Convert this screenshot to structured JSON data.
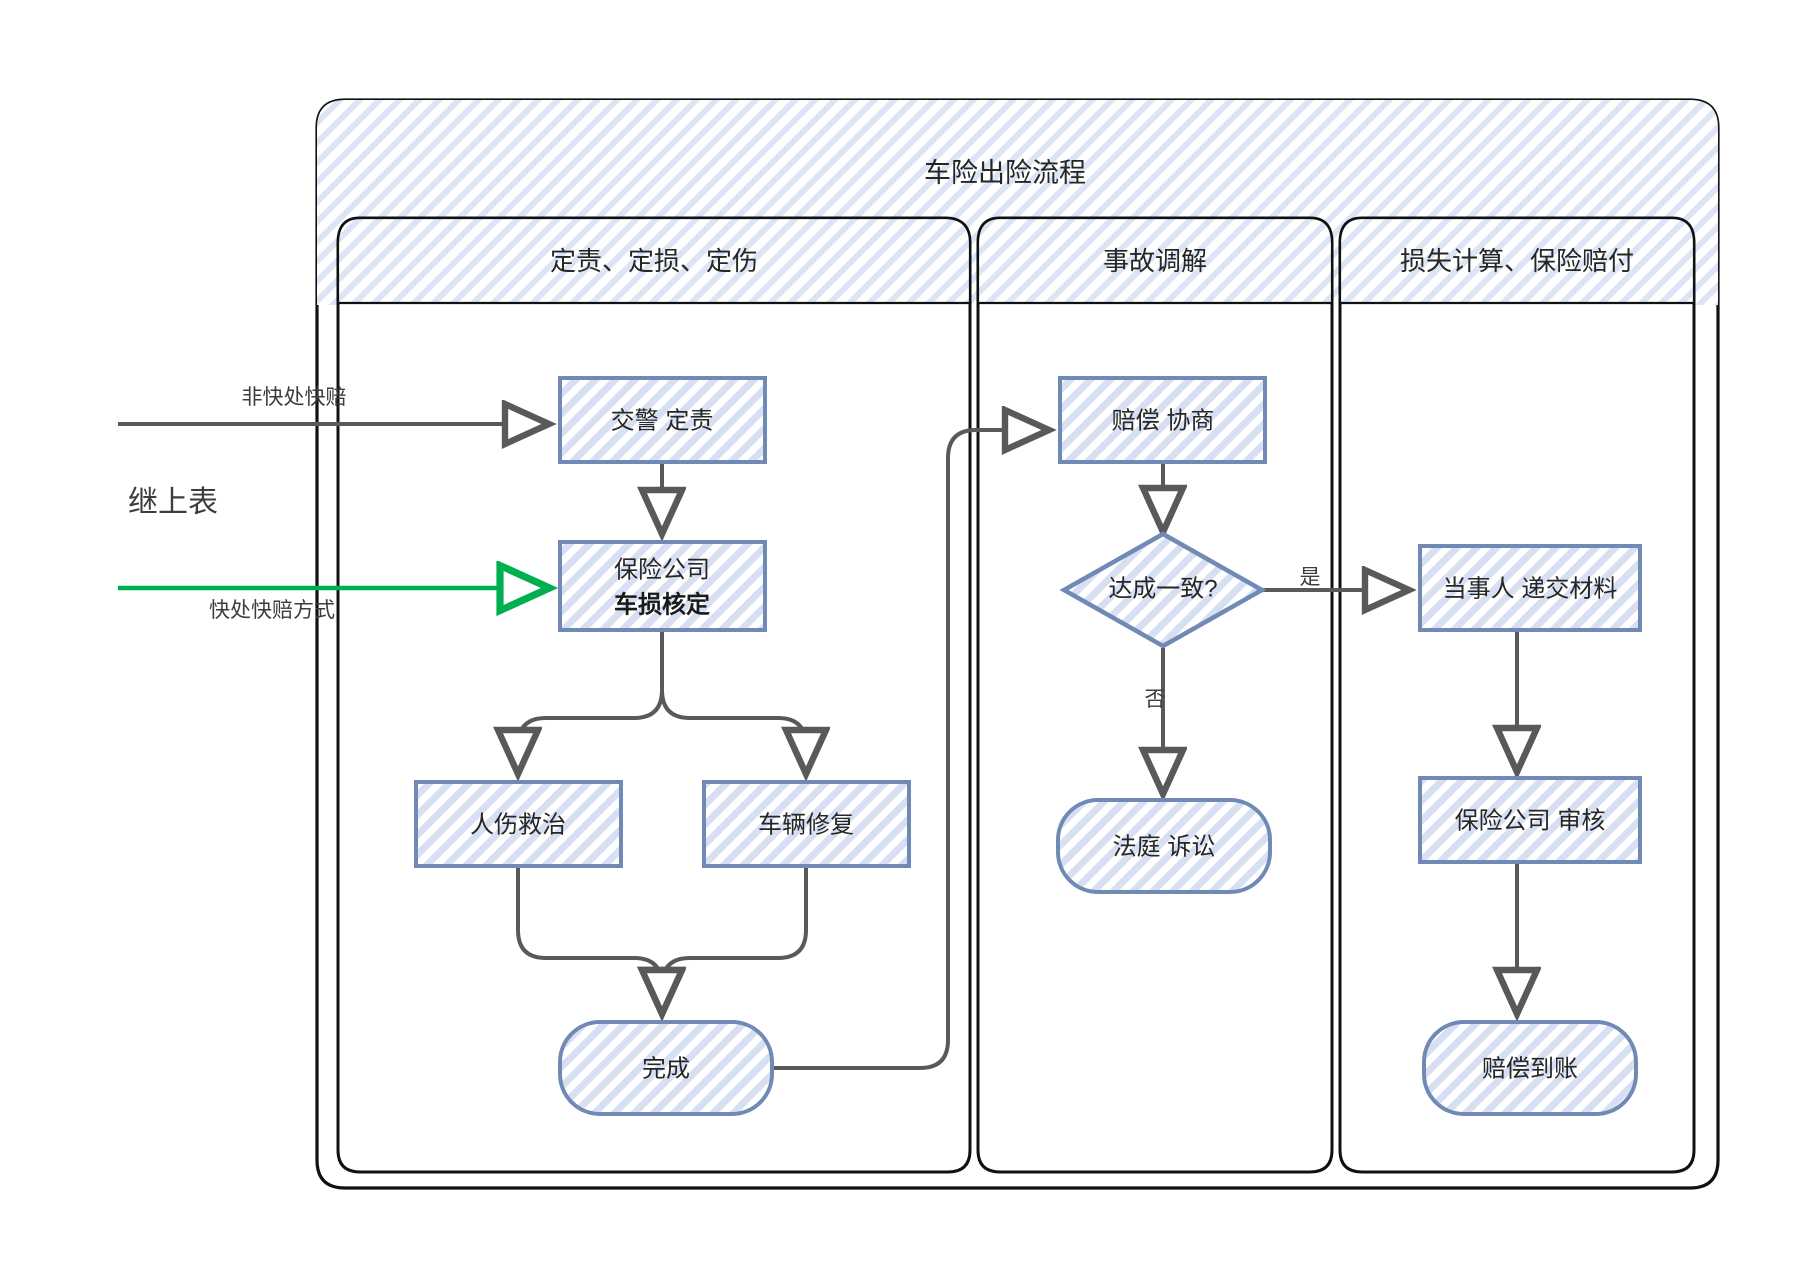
{
  "diagram": {
    "type": "flowchart",
    "title": "车险出险流程",
    "lanes": [
      {
        "id": "lane1",
        "title": "定责、定损、定伤"
      },
      {
        "id": "lane2",
        "title": "事故调解"
      },
      {
        "id": "lane3",
        "title": "损失计算、保险赔付"
      }
    ],
    "side_note": "继上表",
    "nodes": [
      {
        "id": "n1",
        "lane": "lane1",
        "shape": "rect",
        "line1": "交警 定责",
        "line2": ""
      },
      {
        "id": "n2",
        "lane": "lane1",
        "shape": "rect",
        "line1": "保险公司",
        "line2": "车损核定"
      },
      {
        "id": "n3",
        "lane": "lane1",
        "shape": "rect",
        "line1": "人伤救治",
        "line2": ""
      },
      {
        "id": "n4",
        "lane": "lane1",
        "shape": "rect",
        "line1": "车辆修复",
        "line2": ""
      },
      {
        "id": "n5",
        "lane": "lane1",
        "shape": "rounded",
        "line1": "完成",
        "line2": ""
      },
      {
        "id": "n6",
        "lane": "lane2",
        "shape": "rect",
        "line1": "赔偿 协商",
        "line2": ""
      },
      {
        "id": "n7",
        "lane": "lane2",
        "shape": "diamond",
        "line1": "达成一致?",
        "line2": ""
      },
      {
        "id": "n8",
        "lane": "lane2",
        "shape": "rounded",
        "line1": "法庭 诉讼",
        "line2": ""
      },
      {
        "id": "n9",
        "lane": "lane3",
        "shape": "rect",
        "line1": "当事人 递交材料",
        "line2": ""
      },
      {
        "id": "n10",
        "lane": "lane3",
        "shape": "rect",
        "line1": "保险公司 审核",
        "line2": ""
      },
      {
        "id": "n11",
        "lane": "lane3",
        "shape": "rounded",
        "line1": "赔偿到账",
        "line2": ""
      }
    ],
    "edge_labels": {
      "entry_gray": "非快处快赔",
      "entry_green": "快处快赔方式",
      "yes": "是",
      "no": "否"
    },
    "colors": {
      "node_stroke": "#7189b5",
      "node_fill_hatch": "#d3dff0",
      "edge_gray": "#595959",
      "edge_green": "#00b050",
      "lane_stroke": "#000000",
      "background": "#ffffff"
    }
  }
}
